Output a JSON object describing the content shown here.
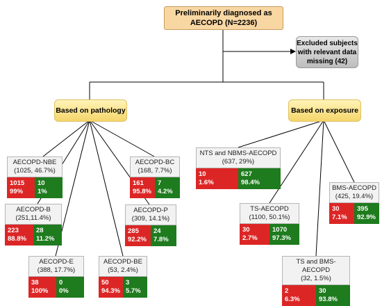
{
  "root": {
    "line1": "Preliminarily diagnosed as",
    "line2": "AECOPD (N=2236)"
  },
  "excluded": {
    "line1": "Excluded subjects",
    "line2": "with relevant data",
    "line3": "missing (42)"
  },
  "categories": {
    "pathology": "Based on pathology",
    "exposure": "Based on exposure"
  },
  "nodes": {
    "nbe": {
      "title": "AECOPD-NBE",
      "sub": "(1025, 46.7%)",
      "red_n": "1015",
      "red_p": "99%",
      "green_n": "10",
      "green_p": "1%"
    },
    "bc": {
      "title": "AECOPD-BC",
      "sub": "(168, 7.7%)",
      "red_n": "161",
      "red_p": "95.8%",
      "green_n": "7",
      "green_p": "4.2%"
    },
    "b": {
      "title": "AECOPD-B",
      "sub": "(251,11.4%)",
      "red_n": "223",
      "red_p": "88.8%",
      "green_n": "28",
      "green_p": "11.2%"
    },
    "p": {
      "title": "AECOPD-P",
      "sub": "(309, 14.1%)",
      "red_n": "285",
      "red_p": "92.2%",
      "green_n": "24",
      "green_p": "7.8%"
    },
    "e": {
      "title": "AECOPD-E",
      "sub": "(388, 17.7%)",
      "red_n": "38",
      "red_p": "100%",
      "green_n": "0",
      "green_p": "0%"
    },
    "be": {
      "title": "AECOPD-BE",
      "sub": "(53, 2.4%)",
      "red_n": "50",
      "red_p": "94.3%",
      "green_n": "3",
      "green_p": "5.7%"
    },
    "nts": {
      "title": "NTS and NBMS-AECOPD",
      "sub": "(637, 29%)",
      "red_n": "10",
      "red_p": "1.6%",
      "green_n": "627",
      "green_p": "98.4%"
    },
    "bms": {
      "title": "BMS-AECOPD",
      "sub": "(425, 19.4%)",
      "red_n": "30",
      "red_p": "7.1%",
      "green_n": "395",
      "green_p": "92.9%"
    },
    "ts": {
      "title": "TS-AECOPD",
      "sub": "(1100, 50.1%)",
      "red_n": "30",
      "red_p": "2.7%",
      "green_n": "1070",
      "green_p": "97.3%"
    },
    "tsbms": {
      "title": "TS and BMS-AECOPD",
      "sub": "(32, 1.5%)",
      "red_n": "2",
      "red_p": "6.3%",
      "green_n": "30",
      "green_p": "93.8%"
    }
  },
  "colors": {
    "red": "#dc2626",
    "green": "#1e7b1e",
    "root_bg": "#f9d7a3",
    "category_bg": "#f5d66b"
  }
}
